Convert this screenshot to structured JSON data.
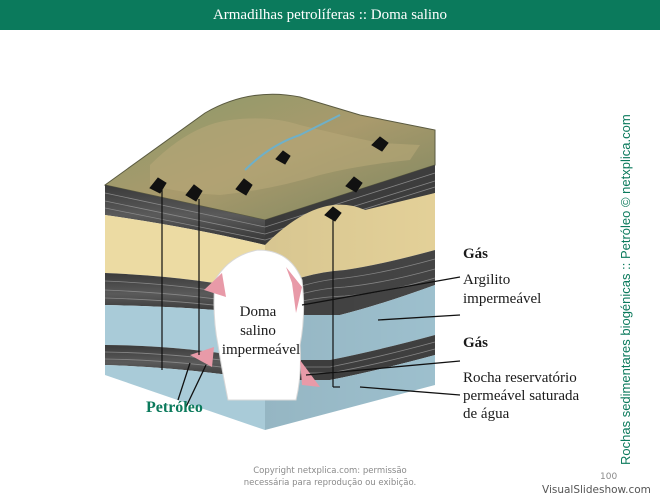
{
  "header": {
    "title": "Armadilhas petrolíferas :: Doma salino"
  },
  "labels": {
    "gas_top": "Gás",
    "argilito_line1": "Argilito",
    "argilito_line2": "impermeável",
    "gas_bottom": "Gás",
    "rocha_line1": "Rocha reservatório",
    "rocha_line2": "permeável saturada",
    "rocha_line3": "de água",
    "doma_line1": "Doma",
    "doma_line2": "salino",
    "doma_line3": "impermeável",
    "petroleo": "Petróleo"
  },
  "side_caption": "Rochas sedimentares biogénicas :: Petróleo © netxplica.com",
  "footer": {
    "copyright_line1": "Copyright netxplica.com: permissão",
    "copyright_line2": "necessária para reprodução ou exibição.",
    "page_number": "100",
    "watermark": "VisualSlideshow.com"
  },
  "colors": {
    "header_bg": "#0b7a5c",
    "caption_green": "#0b7a5c",
    "sandstone": "#ecdba3",
    "water_rock": "#a9cbd8",
    "shale": "#4a4a4a",
    "gas": "#e89aa8",
    "salt_dome": "#ffffff"
  }
}
